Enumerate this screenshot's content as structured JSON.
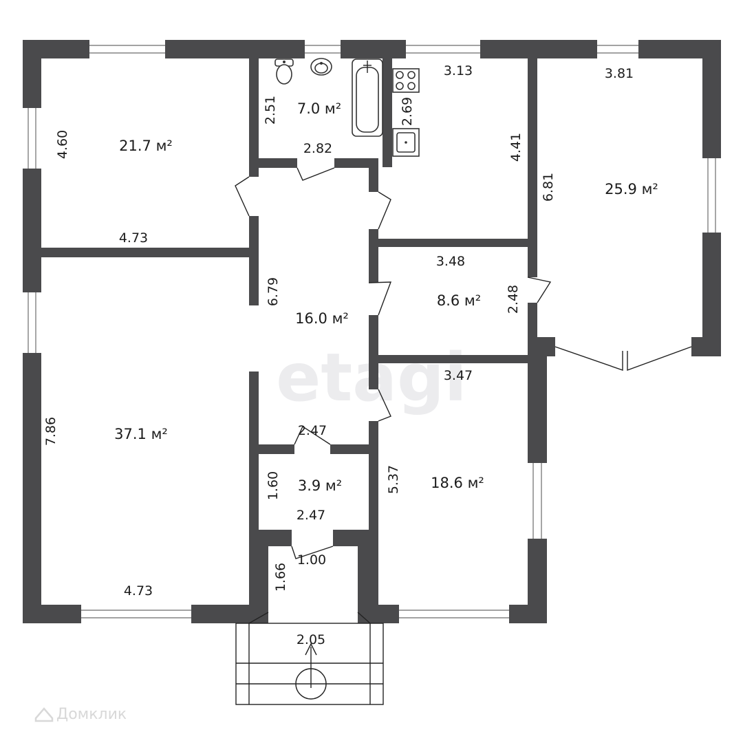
{
  "watermark": "etagi",
  "brand": "Домклик",
  "rooms": [
    {
      "id": "room-northwest",
      "area": "21.7 м²"
    },
    {
      "id": "room-bathroom",
      "area": "7.0 м²"
    },
    {
      "id": "room-east",
      "area": "25.9 м²"
    },
    {
      "id": "room-small-middle",
      "area": "8.6 м²"
    },
    {
      "id": "room-hall",
      "area": "16.0 м²"
    },
    {
      "id": "room-living",
      "area": "37.1 м²"
    },
    {
      "id": "room-closet",
      "area": "3.9 м²"
    },
    {
      "id": "room-southeast",
      "area": "18.6 м²"
    }
  ],
  "dimensions": {
    "nw_height": "4.60",
    "nw_width": "4.73",
    "bath_height": "2.51",
    "bath_width": "2.82",
    "kitchen_width": "3.13",
    "kitchen_height_left": "2.69",
    "kitchen_height_right": "4.41",
    "east_width": "3.81",
    "east_height": "6.81",
    "small_width": "3.48",
    "small_height": "2.48",
    "hall_height": "6.79",
    "se_width": "3.47",
    "se_height": "5.37",
    "living_height": "7.86",
    "living_width": "4.73",
    "closet_width_top": "2.47",
    "closet_height": "1.60",
    "closet_width_bottom": "2.47",
    "vestibule_width": "1.00",
    "vestibule_height": "1.66",
    "porch_width": "2.05"
  }
}
